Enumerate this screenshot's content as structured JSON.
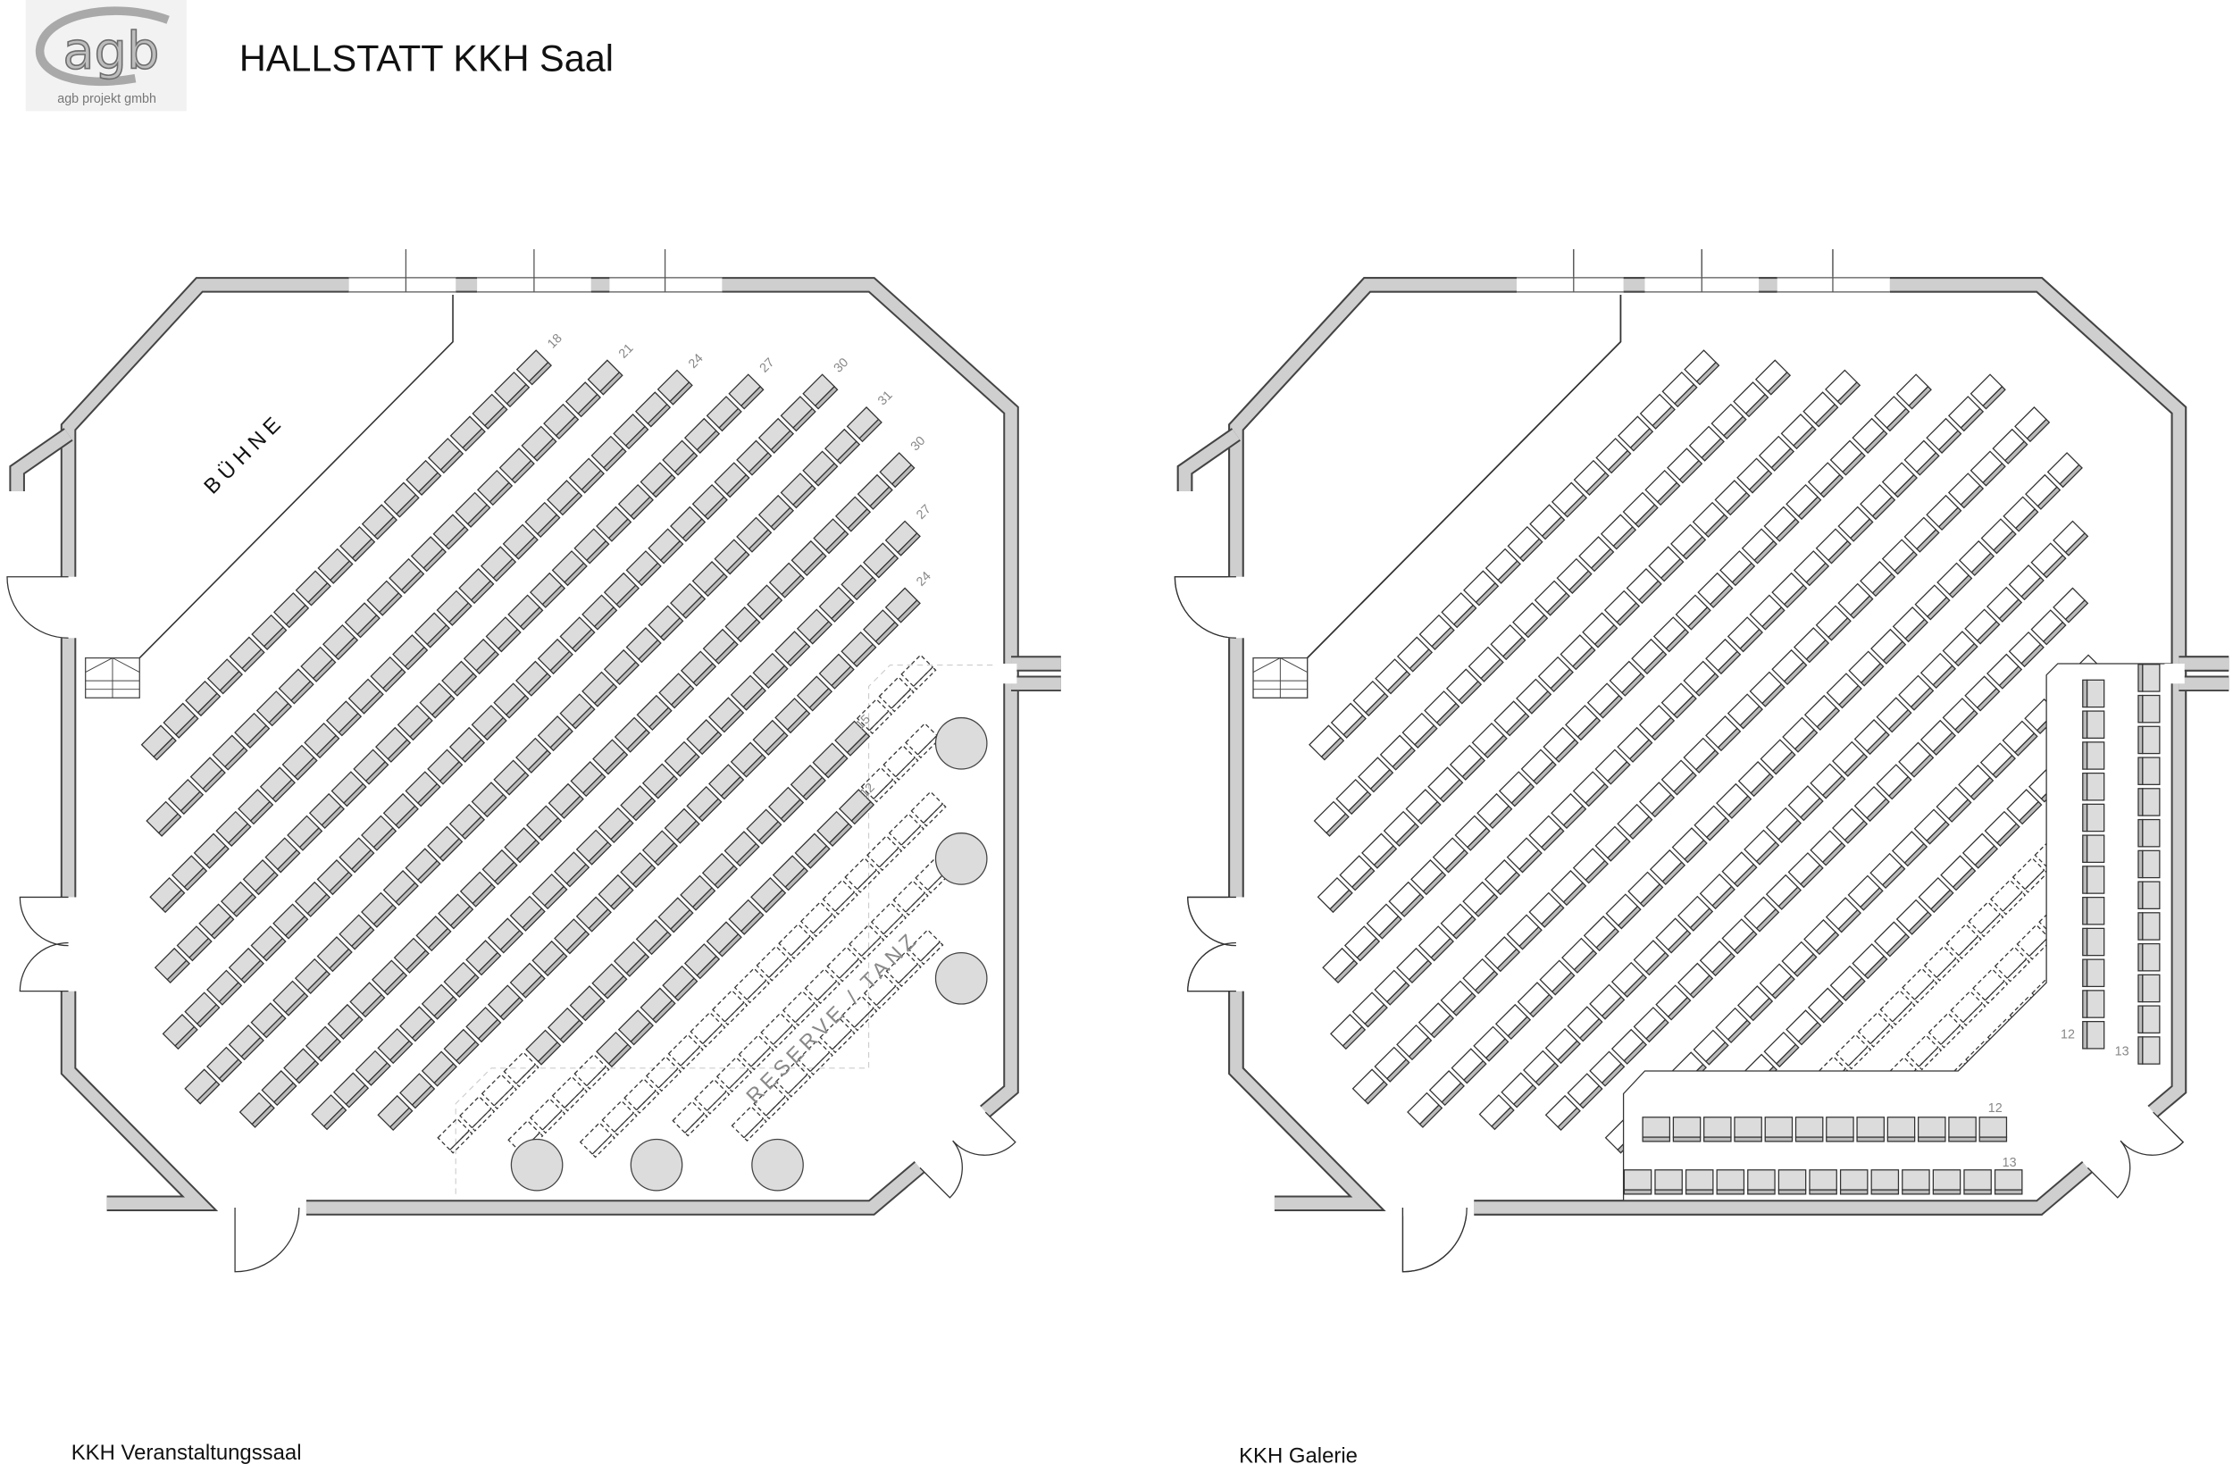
{
  "header": {
    "logo_text": "agb",
    "logo_subtitle": "agb projekt gmbh",
    "title": "HALLSTATT KKH Saal"
  },
  "plans": {
    "saal": {
      "caption": "KKH Veranstaltungssaal",
      "stage_label": "BÜHNE",
      "reserve_label": "RESERVE / TANZ",
      "row_labels": [
        "18",
        "21",
        "24",
        "27",
        "30",
        "31",
        "30",
        "27",
        "24",
        "15",
        "12"
      ]
    },
    "galerie": {
      "caption": "KKH Galerie",
      "column_inner_label": "12",
      "column_outer_label": "13",
      "row_front_label": "12",
      "row_back_label": "13"
    }
  },
  "colors": {
    "wall": "#cfcfcf",
    "wall_outline": "#444444",
    "seat": "#dcdcdc",
    "label": "#888888"
  }
}
